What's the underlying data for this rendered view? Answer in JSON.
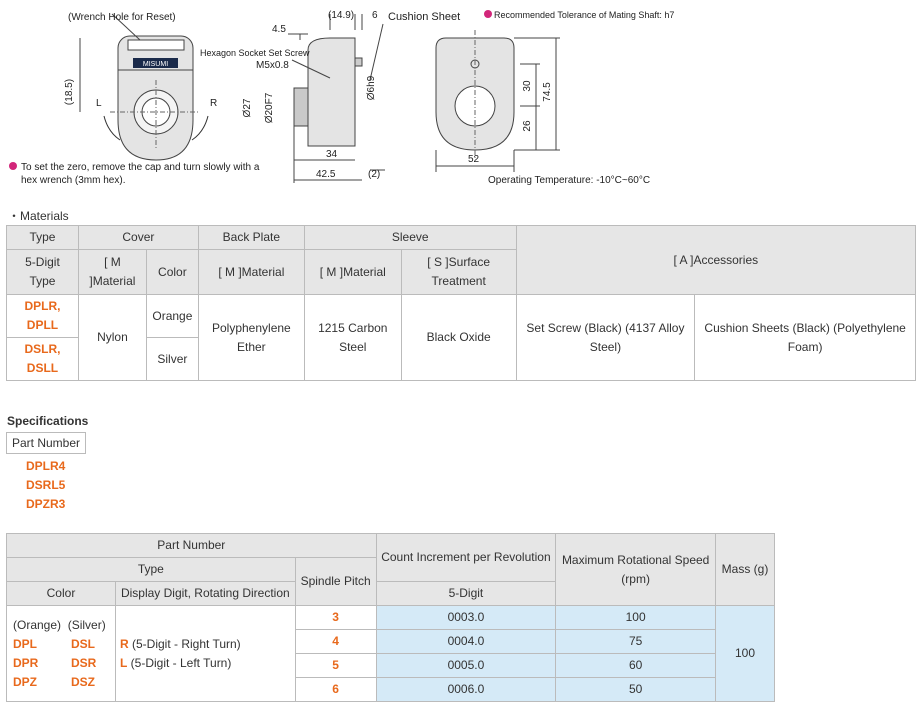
{
  "drawing": {
    "wrench_hole": "(Wrench Hole for Reset)",
    "dim_18_5": "(18.5)",
    "label_L": "L",
    "label_R": "R",
    "logo": "MISUMI",
    "set_zero_note_line1": "To set the zero, remove the cap and turn slowly with a",
    "set_zero_note_line2": "hex wrench (3mm hex).",
    "dim_4_5": "4.5",
    "dim_14_9": "(14.9)",
    "dim_6": "6",
    "cushion_sheet": "Cushion Sheet",
    "hex_screw": "Hexagon Socket Set Screw",
    "m5": "M5x0.8",
    "dia27": "Ø27",
    "dia20": "Ø20F7",
    "dia6": "Ø6h9",
    "dim_34": "34",
    "dim_42_5": "42.5",
    "dim_2": "(2)",
    "tolerance_note": "Recommended Tolerance of Mating Shaft: h7",
    "dim_30": "30",
    "dim_74_5": "74.5",
    "dim_26": "26",
    "dim_52": "52",
    "operating_temp": "Operating Temperature: -10°C~60°C"
  },
  "materials": {
    "label": "・Materials",
    "h_type": "Type",
    "h_cover": "Cover",
    "h_back_plate": "Back Plate",
    "h_sleeve": "Sleeve",
    "h_accessories": "[ A ]Accessories",
    "h_5digit_type": "5-Digit Type",
    "h_cover_material": "[ M ]Material",
    "h_color": "Color",
    "h_back_material": "[ M ]Material",
    "h_sleeve_material": "[ M ]Material",
    "h_surface": "[ S ]Surface Treatment",
    "row1_type": "DPLR, DPLL",
    "row2_type": "DSLR, DSLL",
    "cover_material": "Nylon",
    "color_orange": "Orange",
    "color_silver": "Silver",
    "back_material": "Polyphenylene Ether",
    "sleeve_material": "1215 Carbon Steel",
    "surface": "Black Oxide",
    "acc1": "Set Screw (Black) (4137 Alloy Steel)",
    "acc2": "Cushion Sheets (Black) (Polyethylene Foam)"
  },
  "specs": {
    "title": "Specifications",
    "part_number_label": "Part Number",
    "part_numbers": [
      "DPLR4",
      "DSRL5",
      "DPZR3"
    ]
  },
  "spec_table": {
    "h_part_number": "Part Number",
    "h_type": "Type",
    "h_color": "Color",
    "h_display": "Display Digit, Rotating Direction",
    "h_spindle": "Spindle Pitch",
    "h_count": "Count Increment per Revolution",
    "h_5digit": "5-Digit",
    "h_max_speed": "Maximum Rotational Speed (rpm)",
    "h_mass": "Mass (g)",
    "orange_label": "(Orange)",
    "silver_label": "(Silver)",
    "codes": [
      {
        "orange": "DPL",
        "silver": "DSL"
      },
      {
        "orange": "DPR",
        "silver": "DSR"
      },
      {
        "orange": "DPZ",
        "silver": "DSZ"
      }
    ],
    "dir_r_code": "R",
    "dir_r_text": " (5-Digit - Right Turn)",
    "dir_l_code": "L",
    "dir_l_text": " (5-Digit - Left Turn)",
    "rows": [
      {
        "pitch": "3",
        "count": "0003.0",
        "speed": "100"
      },
      {
        "pitch": "4",
        "count": "0004.0",
        "speed": "75"
      },
      {
        "pitch": "5",
        "count": "0005.0",
        "speed": "60"
      },
      {
        "pitch": "6",
        "count": "0006.0",
        "speed": "50"
      }
    ],
    "mass": "100"
  }
}
